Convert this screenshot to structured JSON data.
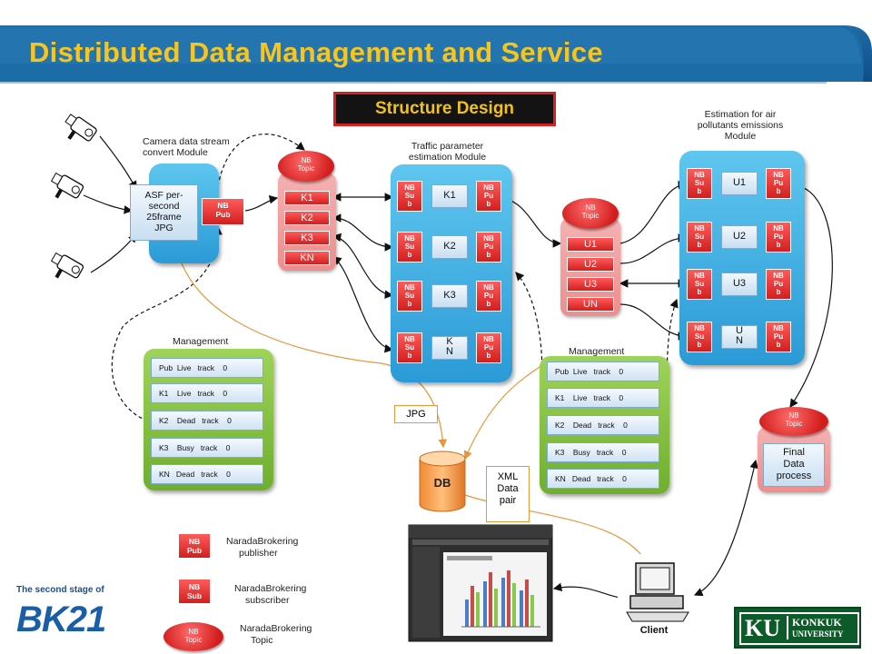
{
  "title": "Distributed Data Management and Service",
  "subtitle": "Structure Design",
  "captions": {
    "camera_module": [
      "Camera data stream",
      "convert Module"
    ],
    "traffic_module": [
      "Traffic parameter",
      "estimation Module"
    ],
    "emission_module": [
      "Estimation for air",
      "pollutants emissions",
      "Module"
    ],
    "management_left": "Management",
    "management_right": "Management"
  },
  "camera_box": {
    "asf": [
      "ASF per-",
      "second",
      "25frame",
      "JPG"
    ],
    "nb_pub": [
      "NB",
      "Pub"
    ]
  },
  "topic_label": [
    "NB",
    "Topic"
  ],
  "k_topics": [
    "K1",
    "K2",
    "K3",
    "KN"
  ],
  "u_topics": [
    "U1",
    "U2",
    "U3",
    "UN"
  ],
  "traffic_rows": [
    {
      "sub": [
        "NB",
        "Su",
        "b"
      ],
      "mid": [
        "K1"
      ],
      "pub": [
        "NB",
        "Pu",
        "b"
      ]
    },
    {
      "sub": [
        "NB",
        "Su",
        "b"
      ],
      "mid": [
        "K2"
      ],
      "pub": [
        "NB",
        "Pu",
        "b"
      ]
    },
    {
      "sub": [
        "NB",
        "Su",
        "b"
      ],
      "mid": [
        "K3"
      ],
      "pub": [
        "NB",
        "Pu",
        "b"
      ]
    },
    {
      "sub": [
        "NB",
        "Su",
        "b"
      ],
      "mid": [
        "K",
        "N"
      ],
      "pub": [
        "NB",
        "Pu",
        "b"
      ]
    }
  ],
  "emission_rows": [
    {
      "sub": [
        "NB",
        "Su",
        "b"
      ],
      "mid": [
        "U1"
      ],
      "pub": [
        "NB",
        "Pu",
        "b"
      ]
    },
    {
      "sub": [
        "NB",
        "Su",
        "b"
      ],
      "mid": [
        "U2"
      ],
      "pub": [
        "NB",
        "Pu",
        "b"
      ]
    },
    {
      "sub": [
        "NB",
        "Su",
        "b"
      ],
      "mid": [
        "U3"
      ],
      "pub": [
        "NB",
        "Pu",
        "b"
      ]
    },
    {
      "sub": [
        "NB",
        "Su",
        "b"
      ],
      "mid": [
        "U",
        "N"
      ],
      "pub": [
        "NB",
        "Pu",
        "b"
      ]
    }
  ],
  "management_rows": [
    "Pub  Live   track    0",
    "K1    Live   track    0",
    "K2    Dead   track    0",
    "K3    Busy   track    0",
    "KN   Dead   track    0"
  ],
  "jpg_label": "JPG",
  "db_label": "DB",
  "xml_label": [
    "XML",
    "Data",
    "pair"
  ],
  "final_box": [
    "Final",
    "Data",
    "process"
  ],
  "client_label": "Client",
  "legend": [
    {
      "icon": [
        "NB",
        "Pub"
      ],
      "text": [
        "NaradaBrokering",
        "publisher"
      ]
    },
    {
      "icon": [
        "NB",
        "Sub"
      ],
      "text": [
        "NaradaBrokering",
        "subscriber"
      ]
    },
    {
      "icon": [
        "NB",
        "Topic"
      ],
      "text": [
        "NaradaBrokering",
        "Topic"
      ]
    }
  ],
  "bk21": {
    "caption": "The second stage of",
    "logo": "BK21"
  },
  "ku_logo": {
    "initials": "KU",
    "line1": "KONKUK",
    "line2": "UNIVERSITY"
  },
  "colors": {
    "title": "#f7c51e",
    "header_blue": "#1b6aa5",
    "module_blue": "#2b9ad6",
    "management_green": "#6fae2e",
    "nb_red": "#d21f1f"
  }
}
